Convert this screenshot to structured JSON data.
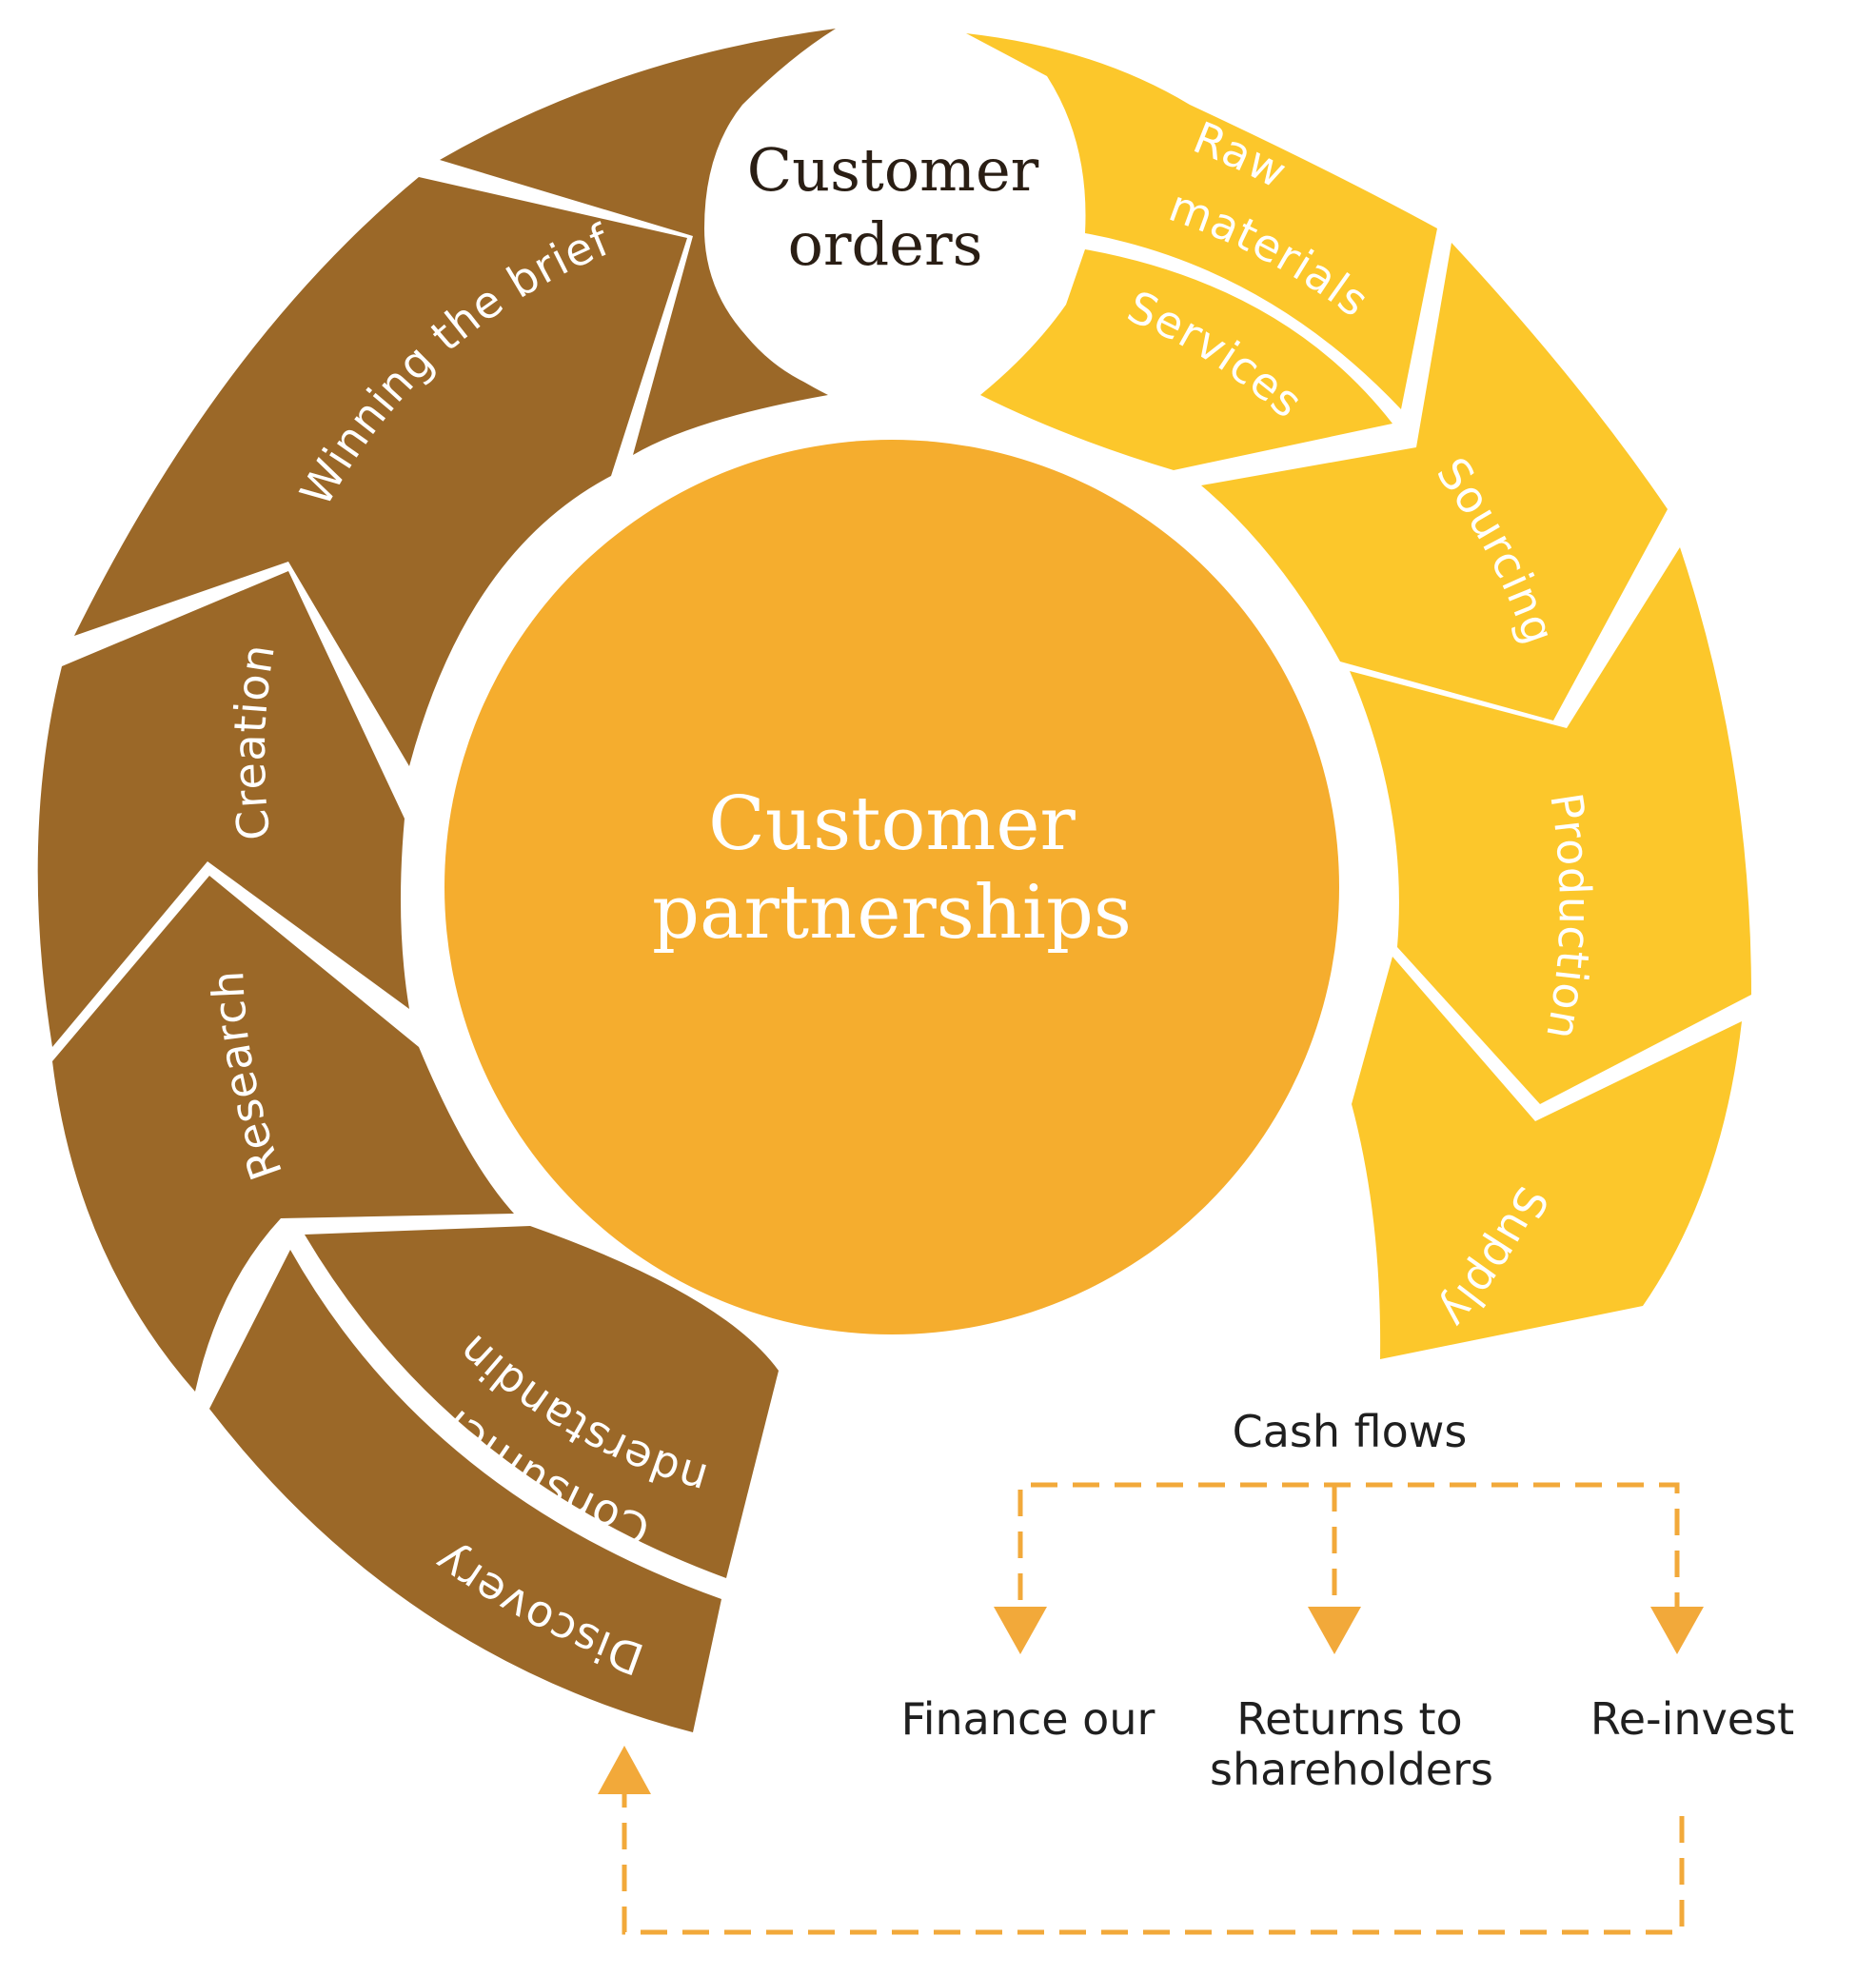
{
  "center": {
    "line1": "Customer",
    "line2": "partnerships"
  },
  "orders": {
    "line1": "Customer",
    "line2": "orders"
  },
  "stages": {
    "discovery": "Discovery",
    "consumer_line1": "Consumer",
    "consumer_line2": "understanding",
    "research": "Research",
    "creation": "Creation",
    "winning": "Winning the brief",
    "raw_line1": "Raw",
    "raw_line2": "materials",
    "services": "Services",
    "sourcing": "Sourcing",
    "production": "Production",
    "supply": "Supply"
  },
  "cash_flows": {
    "title": "Cash flows",
    "finance": "Finance our",
    "returns_line1": "Returns to",
    "returns_line2": "shareholders",
    "reinvest": "Re-invest"
  },
  "colors": {
    "brown": "#9B6828",
    "yellow": "#FCC72B",
    "hub_orange": "#F5AD2E",
    "arrow_orange": "#F2A93A"
  }
}
